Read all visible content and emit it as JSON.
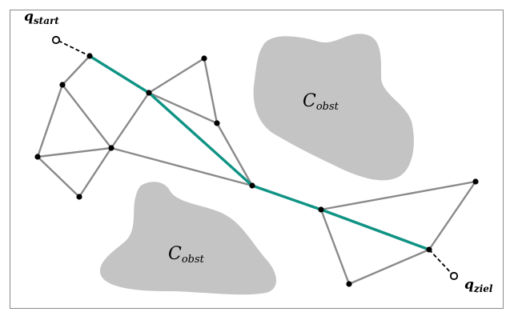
{
  "labels": {
    "start": {
      "base": "q",
      "sub": "start"
    },
    "goal": {
      "base": "q",
      "sub": "ziel"
    },
    "obstacle": {
      "base": "C",
      "sub": "obst"
    }
  },
  "colors": {
    "path": "#0f9384",
    "edge": "#8a8a8a",
    "obstacle": "#c4c4c4",
    "node": "#000000"
  }
}
